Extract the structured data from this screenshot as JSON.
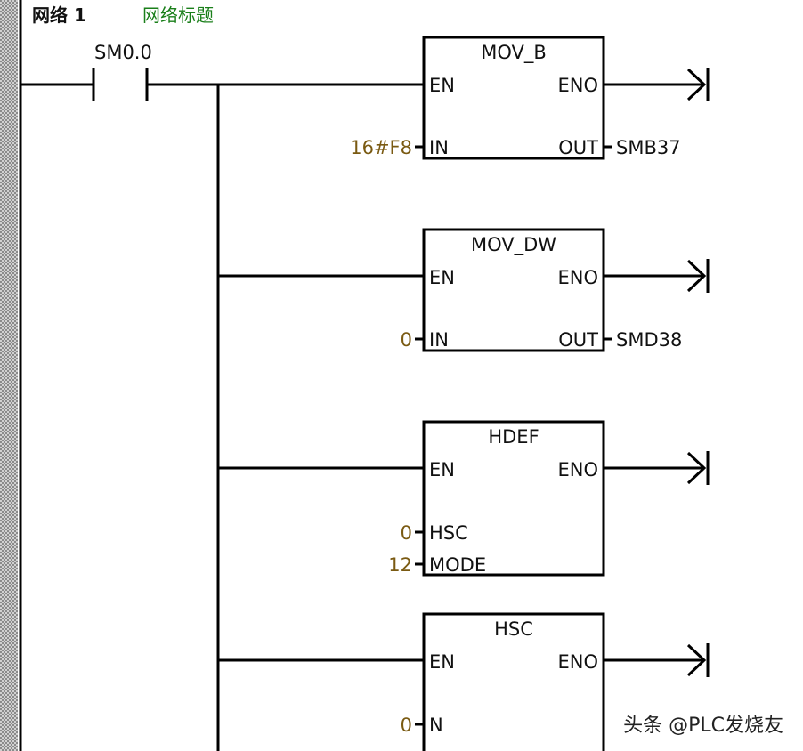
{
  "network": {
    "label": "网络 1",
    "title": "网络标题"
  },
  "contact": {
    "address": "SM0.0"
  },
  "boxes": [
    {
      "title": "MOV_B",
      "en": "EN",
      "eno": "ENO",
      "inputs": [
        {
          "pin": "IN",
          "value": "16#F8"
        }
      ],
      "outputs": [
        {
          "pin": "OUT",
          "value": "SMB37"
        }
      ]
    },
    {
      "title": "MOV_DW",
      "en": "EN",
      "eno": "ENO",
      "inputs": [
        {
          "pin": "IN",
          "value": "0"
        }
      ],
      "outputs": [
        {
          "pin": "OUT",
          "value": "SMD38"
        }
      ]
    },
    {
      "title": "HDEF",
      "en": "EN",
      "eno": "ENO",
      "inputs": [
        {
          "pin": "HSC",
          "value": "0"
        },
        {
          "pin": "MODE",
          "value": "12"
        }
      ],
      "outputs": []
    },
    {
      "title": "HSC",
      "en": "EN",
      "eno": "ENO",
      "inputs": [
        {
          "pin": "N",
          "value": "0"
        }
      ],
      "outputs": []
    }
  ],
  "watermark": "头条 @PLC发烧友",
  "colors": {
    "param_value": "#7a5a12",
    "network_title": "#1a7f1a",
    "left_rail_hatch": "#9a9a9a"
  }
}
